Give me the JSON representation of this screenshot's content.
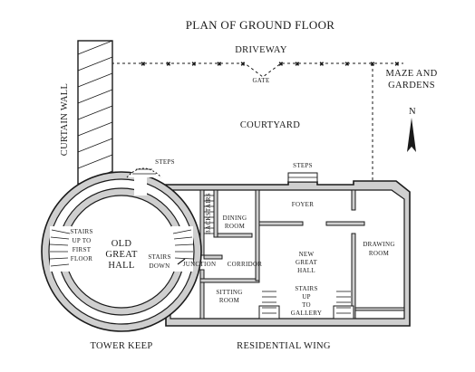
{
  "title": "PLAN OF GROUND FLOOR",
  "labels": {
    "driveway": "DRIVEWAY",
    "gate": "GATE",
    "maze_line1": "MAZE AND",
    "maze_line2": "GARDENS",
    "north": "N",
    "curtain_wall": "CURTAIN WALL",
    "courtyard": "COURTYARD",
    "steps_tower": "STEPS",
    "steps_foyer": "STEPS",
    "foyer": "FOYER",
    "dining_line1": "DINING",
    "dining_line2": "ROOM",
    "backstairs": "BACKSTAIRS",
    "drawing_line1": "DRAWING",
    "drawing_line2": "ROOM",
    "new_hall_line1": "NEW",
    "new_hall_line2": "GREAT",
    "new_hall_line3": "HALL",
    "old_hall_line1": "OLD",
    "old_hall_line2": "GREAT",
    "old_hall_line3": "HALL",
    "stairs_up_line1": "STAIRS",
    "stairs_up_line2": "UP TO",
    "stairs_up_line3": "FIRST",
    "stairs_up_line4": "FLOOR",
    "stairs_down_line1": "STAIRS",
    "stairs_down_line2": "DOWN",
    "junction": "JUNCTION",
    "corridor": "CORRIDOR",
    "sitting_line1": "SITTING",
    "sitting_line2": "ROOM",
    "gallery_line1": "STAIRS",
    "gallery_line2": "UP",
    "gallery_line3": "TO",
    "gallery_line4": "GALLERY",
    "tower_keep": "TOWER KEEP",
    "residential_wing": "RESIDENTIAL WING"
  }
}
